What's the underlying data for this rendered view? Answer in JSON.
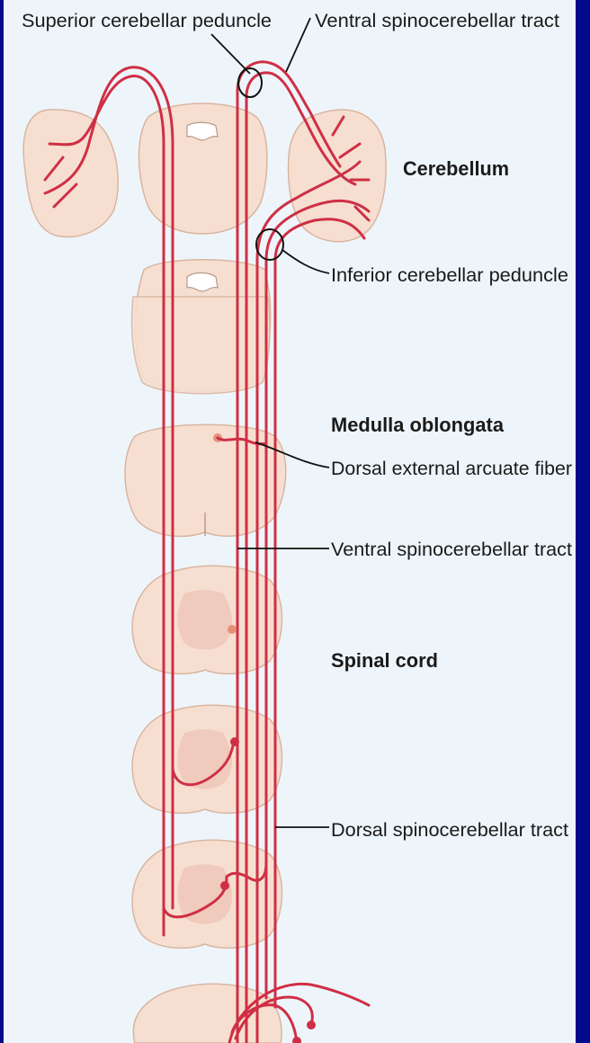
{
  "labels": {
    "superior_cerebellar_peduncle": "Superior cerebellar peduncle",
    "ventral_spinocerebellar_tract_top": "Ventral spinocerebellar tract",
    "cerebellum": "Cerebellum",
    "inferior_cerebellar_peduncle": "Inferior cerebellar peduncle",
    "medulla_oblongata": "Medulla oblongata",
    "dorsal_external_arcuate_fiber": "Dorsal external arcuate fiber",
    "ventral_spinocerebellar_tract": "Ventral spinocerebellar tract",
    "spinal_cord": "Spinal cord",
    "dorsal_spinocerebellar_tract": "Dorsal spinocerebellar tract"
  },
  "colors": {
    "frame": "#000a8c",
    "panel": "#eef5fa",
    "side_bar": "#2f6bd8",
    "tract": "#cf2f45",
    "tissue": "#f6dfd0"
  }
}
